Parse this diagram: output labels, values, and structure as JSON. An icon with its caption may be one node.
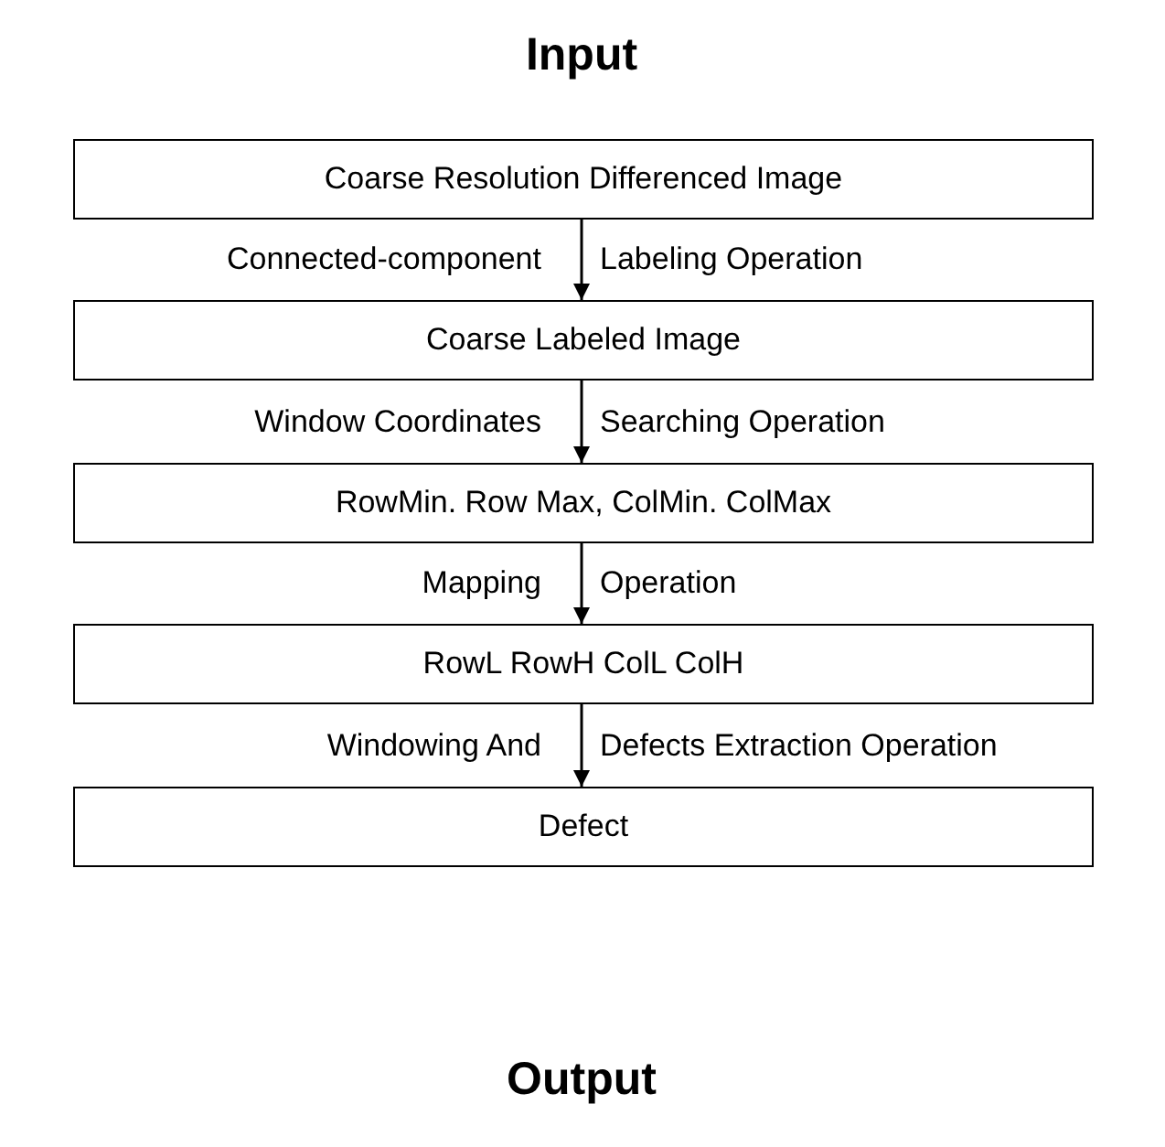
{
  "diagram": {
    "nodes": [
      {
        "text": [
          "Coarse Resolution Differenced Image"
        ]
      },
      {
        "text": [
          "Coarse Labeled Image"
        ]
      },
      {
        "text": [
          "RowMin. Row Max, ColMin. ColMax"
        ]
      },
      {
        "text": [
          "RowL RowH ColL ColH"
        ]
      },
      {
        "text": [
          "Defect"
        ]
      }
    ],
    "edges": [
      {
        "from": 0,
        "to": 1,
        "arrow": "to"
      },
      {
        "from": 1,
        "to": 2,
        "arrow": "to"
      },
      {
        "from": 2,
        "to": 3,
        "arrow": "to"
      },
      {
        "from": 3,
        "to": 4,
        "arrow": "to"
      }
    ],
    "labels": [
      "Input",
      "Connected-component",
      "Labeling Operation",
      "Window Coordinates",
      "Searching Operation",
      "Mapping",
      "Operation",
      "Windowing And",
      "Defects Extraction Operation",
      "Output"
    ]
  }
}
